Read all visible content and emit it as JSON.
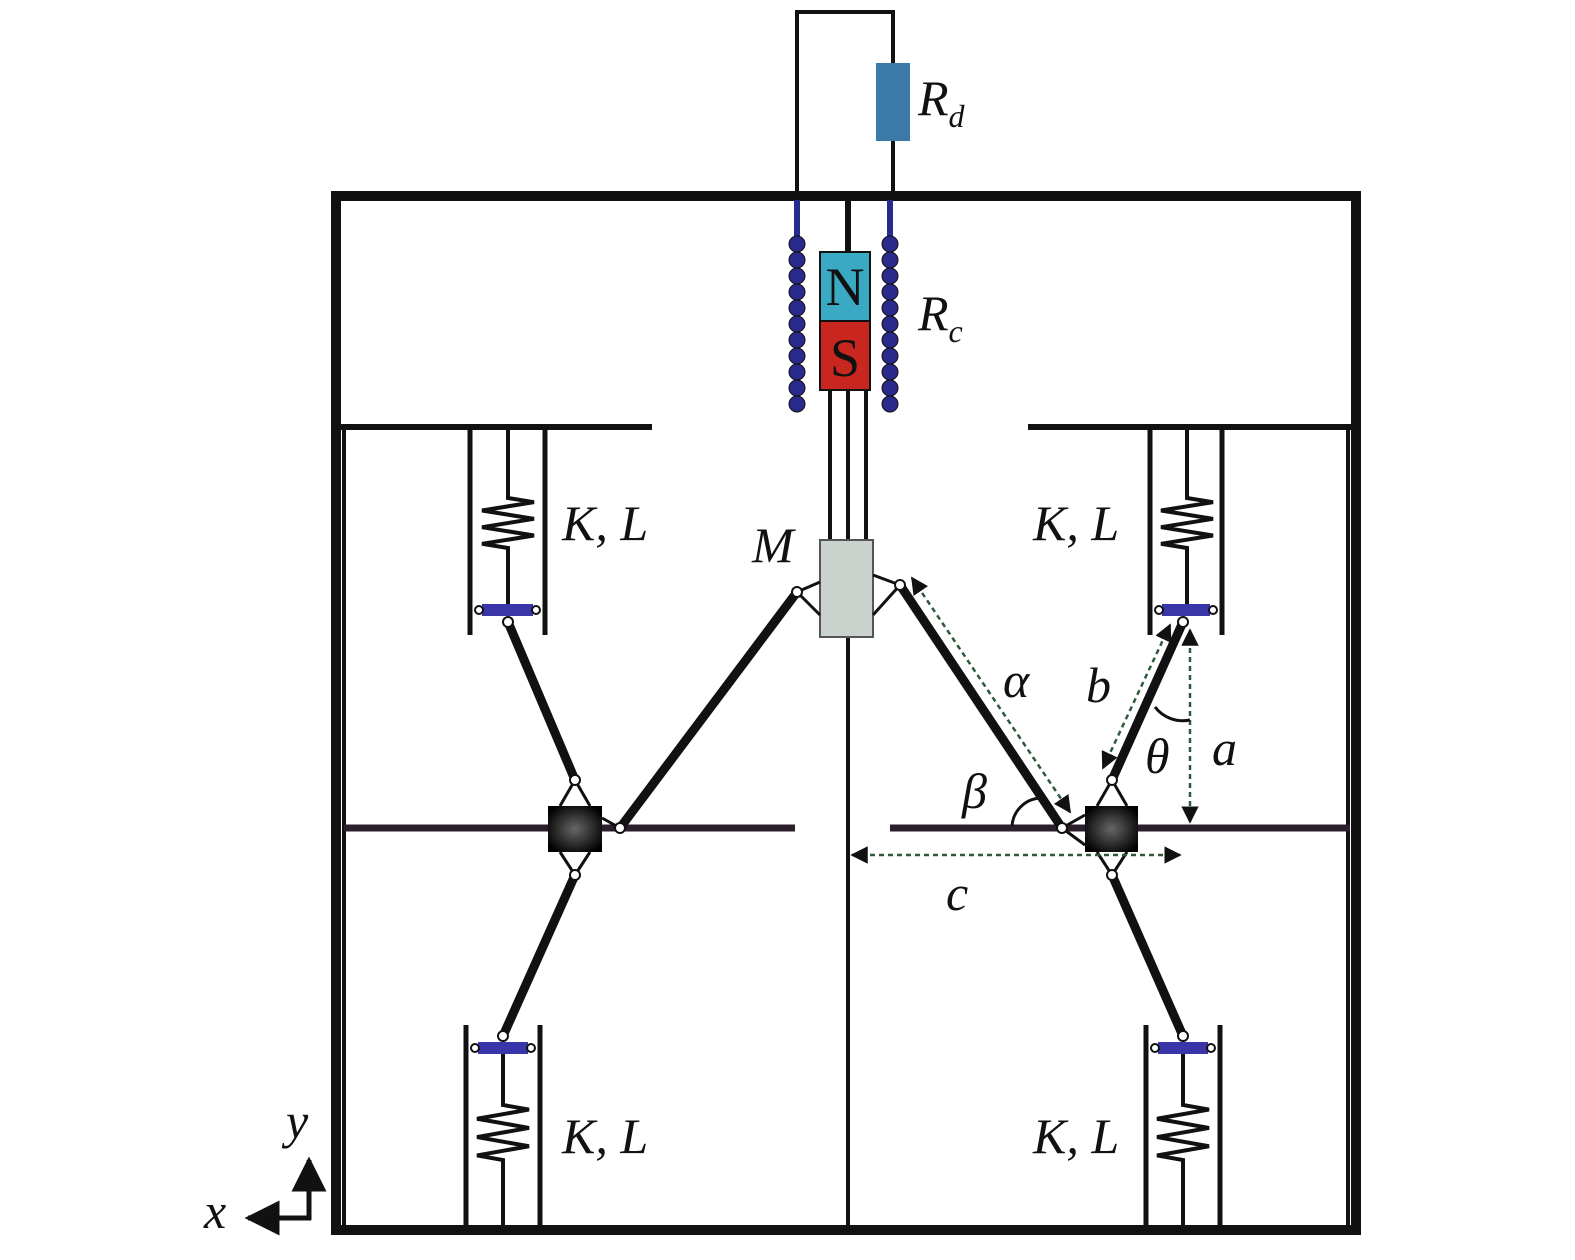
{
  "labels": {
    "resistor_d": "R",
    "resistor_d_sub": "d",
    "resistor_c": "R",
    "resistor_c_sub": "c",
    "magnet_n": "N",
    "magnet_s": "S",
    "mass": "M",
    "spring_tl": "K, L",
    "spring_tr": "K, L",
    "spring_bl": "K, L",
    "spring_br": "K, L",
    "link_length_alpha": "α",
    "link_length_b": "b",
    "angle_theta": "θ",
    "height_a": "a",
    "angle_beta": "β",
    "offset_c": "c",
    "axis_y": "y",
    "axis_x": "x"
  },
  "colors": {
    "magnet_n": "#3aa9c4",
    "magnet_s": "#c9261f",
    "resistor": "#3b79a8",
    "coil": "#2a2a8c",
    "spring_plate": "#3a35a8"
  }
}
